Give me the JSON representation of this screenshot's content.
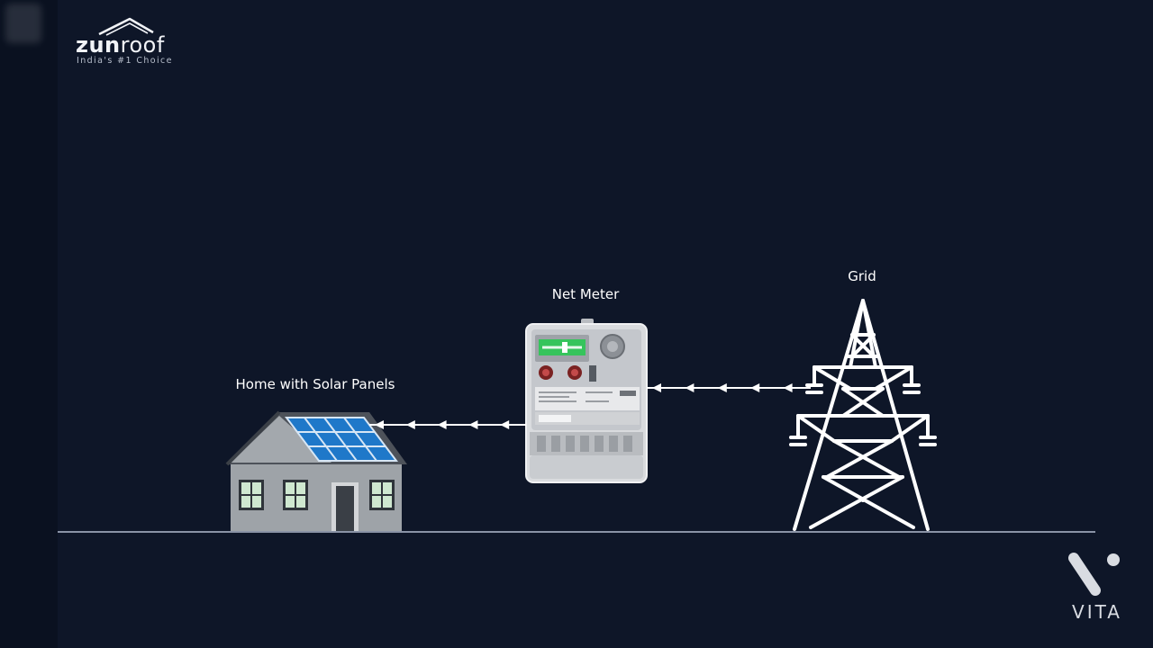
{
  "brand": {
    "name_bold": "zun",
    "name_regular": "roof",
    "tagline": "India's #1 Choice"
  },
  "labels": {
    "home": "Home with Solar Panels",
    "meter": "Net Meter",
    "grid": "Grid"
  },
  "watermark": {
    "text": "VITA"
  },
  "colors": {
    "background": "#0e1628",
    "line": "#ffffff",
    "house_wall": "#9aa0a6",
    "house_roof": "#4a4f57",
    "solar_panel": "#1e78c8",
    "window": "#c8e6c9",
    "meter_display": "#35c45a"
  },
  "flow": {
    "direction": "grid-to-home",
    "segments": [
      {
        "from": "grid",
        "to": "meter",
        "arrows": 5
      },
      {
        "from": "meter",
        "to": "home",
        "arrows": 5
      }
    ]
  }
}
